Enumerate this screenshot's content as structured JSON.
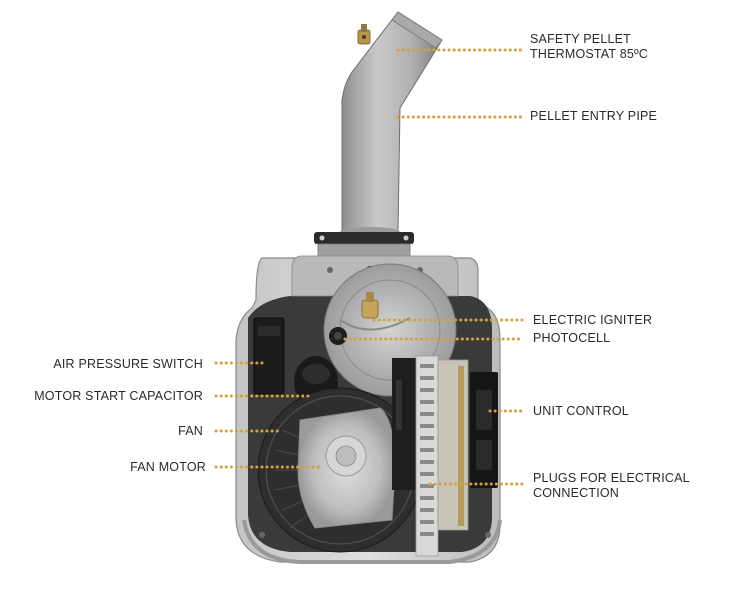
{
  "diagram": {
    "subject": "Pellet burner cutaway",
    "leader_color": "#d4a23c",
    "labels": {
      "safety_thermostat": [
        "SAFETY PELLET",
        "THERMOSTAT 85ºC"
      ],
      "pellet_entry_pipe": "PELLET ENTRY PIPE",
      "electric_igniter": "ELECTRIC IGNITER",
      "photocell": "PHOTOCELL",
      "air_pressure_switch": "AIR PRESSURE SWITCH",
      "motor_start_capacitor": "MOTOR START CAPACITOR",
      "unit_control": "UNIT CONTROL",
      "fan": "FAN",
      "fan_motor": "FAN MOTOR",
      "plugs_electrical": [
        "PLUGS FOR ELECTRICAL",
        "CONNECTION"
      ]
    }
  }
}
